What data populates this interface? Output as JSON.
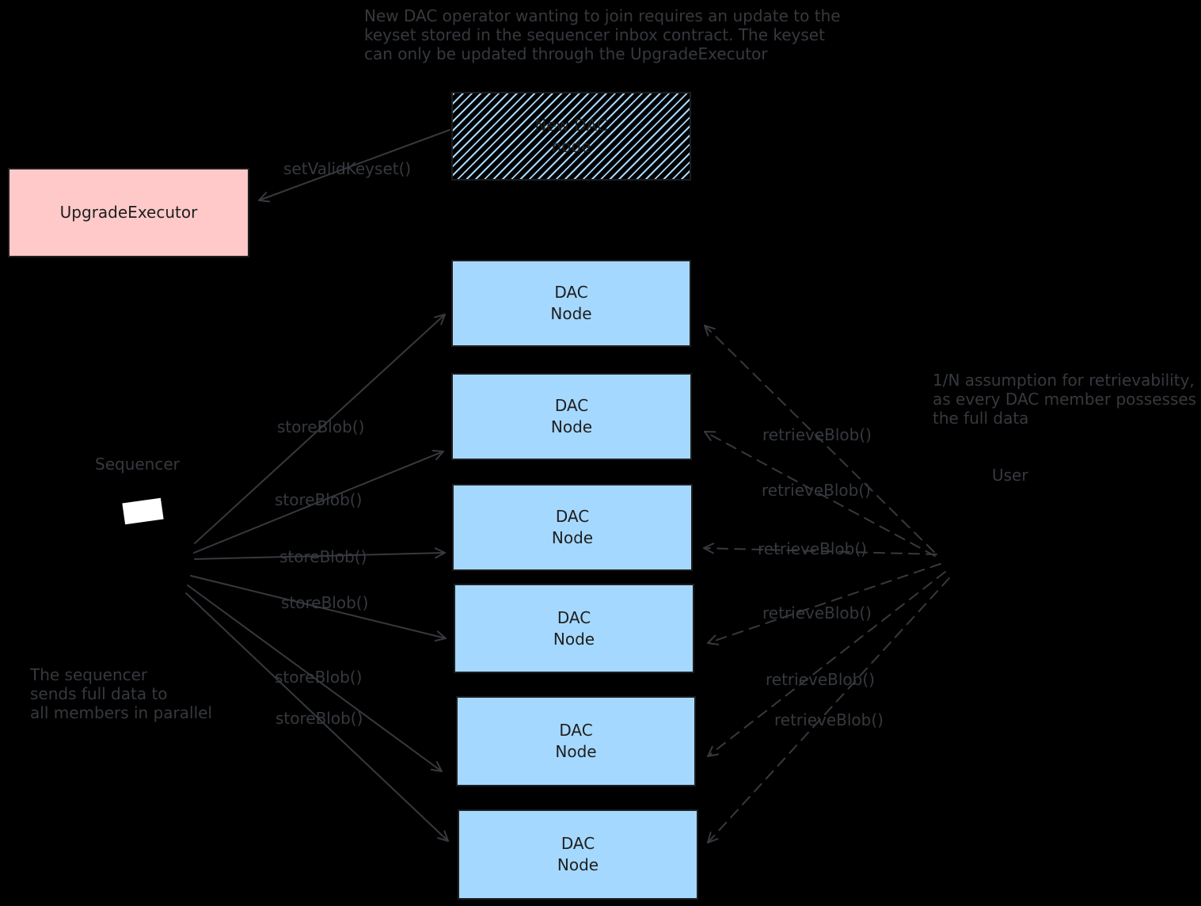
{
  "notes": {
    "top": "New DAC operator wanting to join requires an update to the\nkeyset stored in the sequencer inbox contract. The keyset\ncan only be updated through the UpgradeExecutor",
    "right": "1/N assumption for retrievability,\nas every DAC member possesses\nthe full data",
    "bottom_left": "The sequencer\nsends full data to\nall members in parallel"
  },
  "actors": {
    "sequencer_label": "Sequencer",
    "user_label": "User"
  },
  "boxes": {
    "upgrade_executor": {
      "label": "UpgradeExecutor"
    },
    "new_dac_node": {
      "label": "New DAC\nnode"
    },
    "dac_nodes": [
      {
        "label": "DAC\nNode"
      },
      {
        "label": "DAC\nNode"
      },
      {
        "label": "DAC\nNode"
      },
      {
        "label": "DAC\nNode"
      },
      {
        "label": "DAC\nNode"
      },
      {
        "label": "DAC\nNode"
      }
    ]
  },
  "edges": {
    "set_valid_keyset_label": "setValidKeyset()",
    "store_labels": [
      "storeBlob()",
      "storeBlob()",
      "storeBlob()",
      "storeBlob()",
      "storeBlob()",
      "storeBlob()"
    ],
    "retrieve_labels": [
      "retrieveBlob()",
      "retrieveBlob()",
      "retrieveBlob()",
      "retrieveBlob()",
      "retrieveBlob()",
      "retrieveBlob()"
    ]
  },
  "colors": {
    "background": "#000000",
    "dac_node_fill": "#a5d8ff",
    "upgrade_executor_fill": "#ffc9c9",
    "box_border": "#1e1e1e",
    "annotation_stroke": "#36393e",
    "sequencer_screen": "#ffffff"
  }
}
